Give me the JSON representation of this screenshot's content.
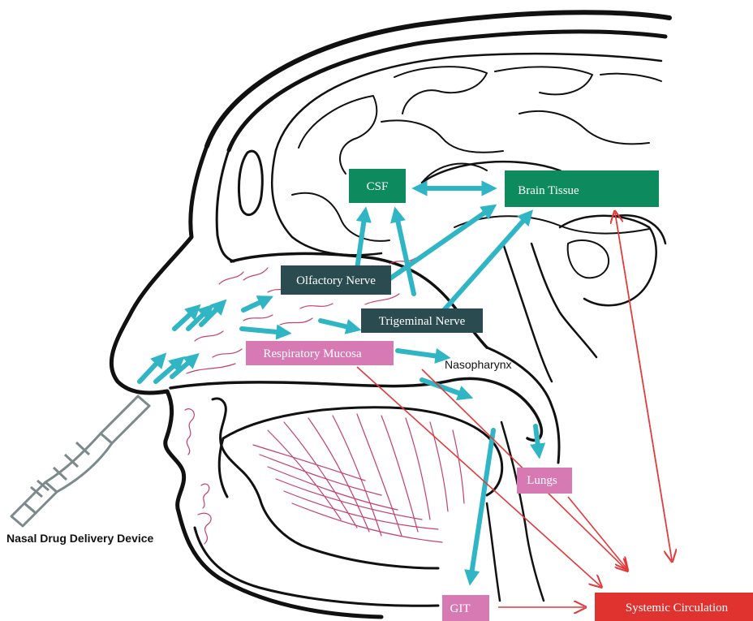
{
  "labels": {
    "csf": "CSF",
    "brain_tissue": "Brain Tissue",
    "olfactory_nerve": "Olfactory Nerve",
    "trigeminal_nerve": "Trigeminal Nerve",
    "respiratory_mucosa": "Respiratory Mucosa",
    "nasopharynx": "Nasopharynx",
    "lungs": "Lungs",
    "git": "GIT",
    "systemic_circulation": "Systemic Circulation",
    "device": "Nasal Drug Delivery Device"
  },
  "colors": {
    "cns_box": "#0e8a5f",
    "nerve_box": "#2a4b50",
    "mucosa_box": "#d77ab3",
    "systemic_box": "#e0322f",
    "transport_arrow": "#2fb5c4",
    "systemic_arrow": "#e3393a",
    "outline": "#111111",
    "tissue_detail": "#c2406a"
  }
}
